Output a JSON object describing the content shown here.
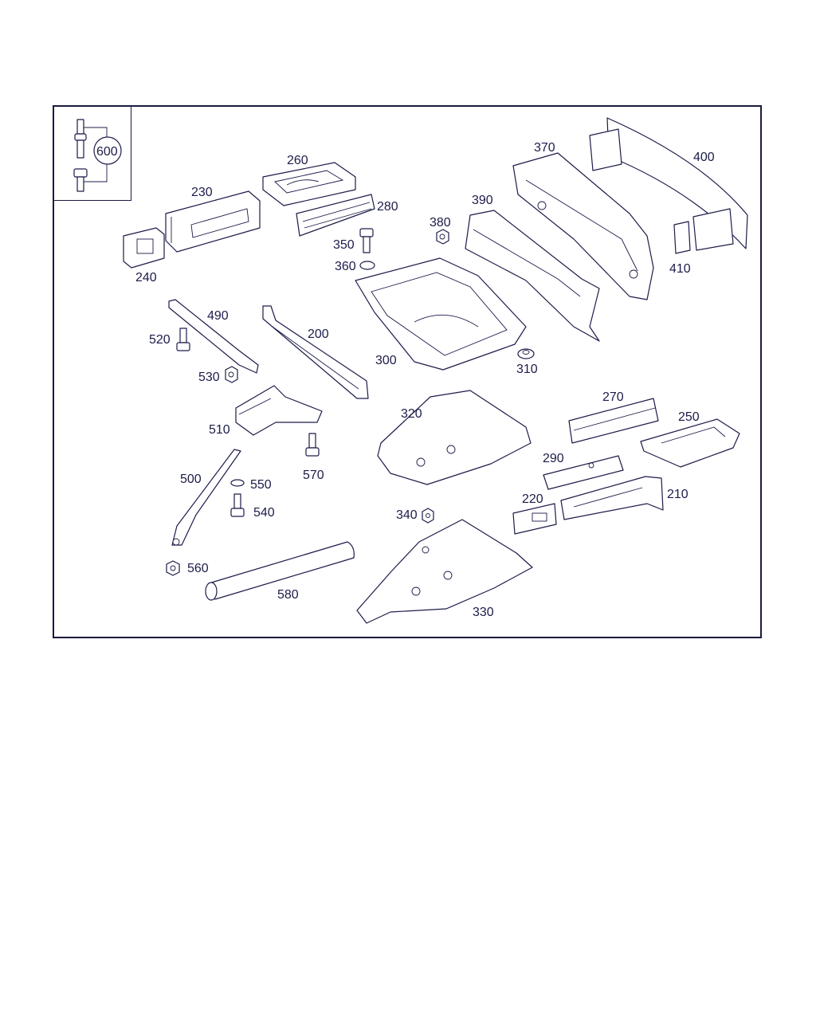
{
  "labels": {
    "p600": "600",
    "p260": "260",
    "p230": "230",
    "p280": "280",
    "p240": "240",
    "p350": "350",
    "p360": "360",
    "p380": "380",
    "p390": "390",
    "p370": "370",
    "p400": "400",
    "p410": "410",
    "p490": "490",
    "p520": "520",
    "p200": "200",
    "p300": "300",
    "p310": "310",
    "p530": "530",
    "p510": "510",
    "p320": "320",
    "p270": "270",
    "p250": "250",
    "p570": "570",
    "p500": "500",
    "p550": "550",
    "p540": "540",
    "p290": "290",
    "p220": "220",
    "p210": "210",
    "p340": "340",
    "p560": "560",
    "p580": "580",
    "p330": "330"
  },
  "colors": {
    "line": "#1c1c4a",
    "paper": "#ffffff"
  }
}
